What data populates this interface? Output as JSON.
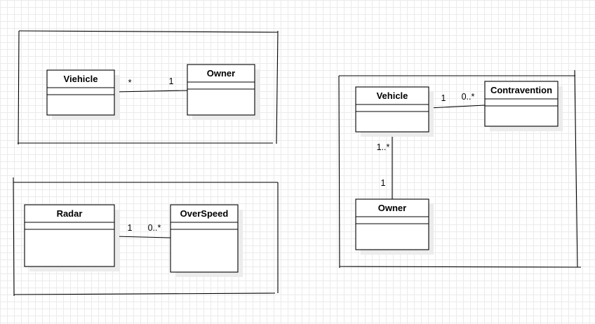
{
  "classes": {
    "viehicle": "Viehicle",
    "owner_a": "Owner",
    "radar": "Radar",
    "overspeed": "OverSpeed",
    "vehicle": "Vehicle",
    "contravention": "Contravention",
    "owner_b": "Owner"
  },
  "multiplicities": {
    "viehicle_owner_source": "*",
    "viehicle_owner_target": "1",
    "radar_overspeed_source": "1",
    "radar_overspeed_target": "0..*",
    "vehicle_contravention_source": "1",
    "vehicle_contravention_target": "0..*",
    "vehicle_owner_source": "1..*",
    "vehicle_owner_target": "1"
  },
  "colors": {
    "stroke": "#000000",
    "class_fill": "#ffffff",
    "shadow": "#ececec",
    "grid": "#ebebeb"
  }
}
